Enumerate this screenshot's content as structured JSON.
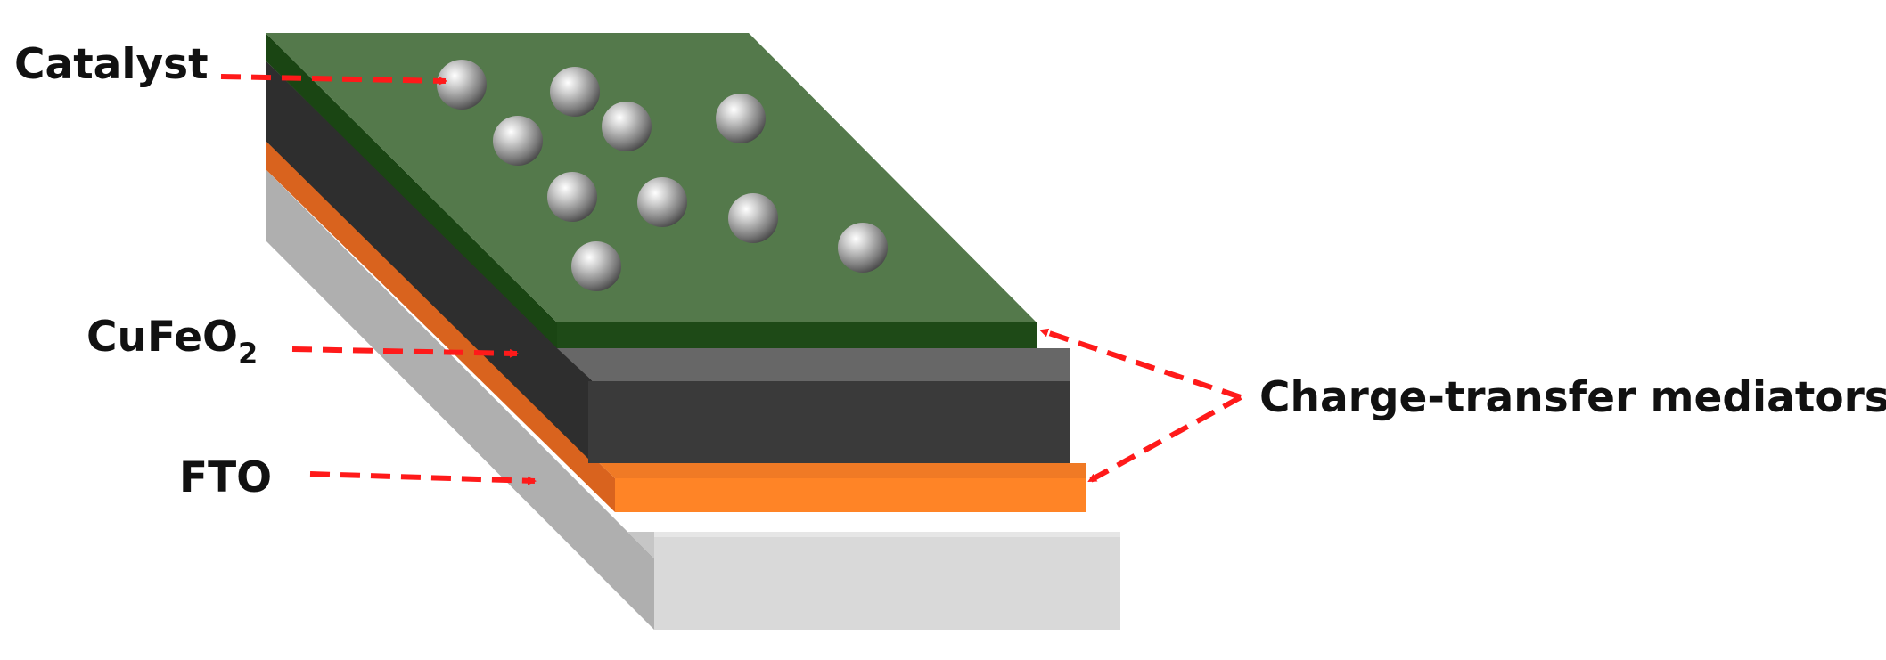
{
  "labels": {
    "catalyst": "Catalyst",
    "cufeo2_main": "CuFeO",
    "cufeo2_sub": "2",
    "fto": "FTO",
    "mediators": "Charge-transfer mediators"
  },
  "colors": {
    "catalyst_layer": "#54794B",
    "catalyst_layer_dark": "#1A4513",
    "cufeo2_layer": "#3A3A3A",
    "mediator_orange": "#FF8426",
    "fto_glass": "#D9D9D9",
    "arrow": "#FF1A1A"
  }
}
